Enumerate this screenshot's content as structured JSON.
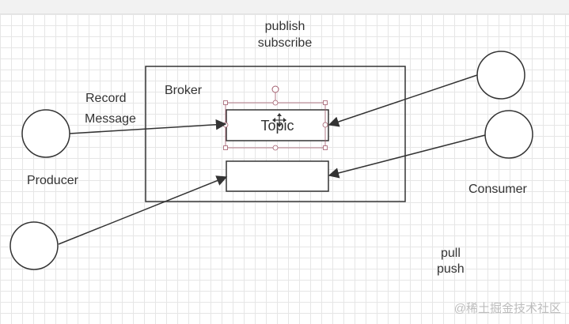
{
  "labels": {
    "publish": "publish",
    "subscribe": "subscribe",
    "broker": "Broker",
    "record": "Record",
    "message": "Message",
    "topic": "Topic",
    "producer": "Producer",
    "consumer": "Consumer",
    "pull": "pull",
    "push": "push"
  },
  "watermark": "@稀土掘金技术社区",
  "colors": {
    "stroke": "#333333",
    "handle": "#a05b6b",
    "grid": "#e6e6e6"
  }
}
